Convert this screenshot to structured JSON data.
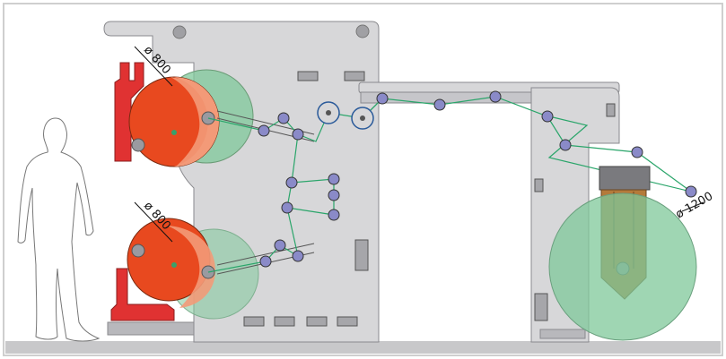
{
  "labels": {
    "upper_roll_diameter": "ø 800",
    "lower_roll_diameter": "ø 800",
    "rewind_roll_diameter": "ø 1200"
  },
  "colors": {
    "frame": "#d7d7d9",
    "frame_stroke": "#8a8a8e",
    "unwind_roll": "#e8491f",
    "unwind_roll_light": "#f39a78",
    "green_roll": "#7fc89a",
    "roller": "#8a8ac8",
    "web": "#2aa56a",
    "holder": "#e03232",
    "rewind_arm": "#b47a3a",
    "floor": "#c8c8ca"
  },
  "icons": {
    "person": "person-silhouette-icon",
    "unwind_upper": "unwind-roll-icon",
    "unwind_lower": "unwind-roll-icon",
    "rewind": "rewind-roll-icon"
  }
}
